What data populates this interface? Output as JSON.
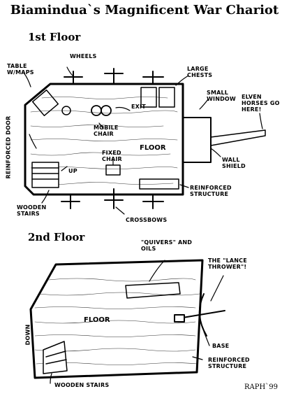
{
  "title": "Biamindua`s Magnificent War Chariot",
  "floors": [
    {
      "heading": "1st Floor"
    },
    {
      "heading": "2nd Floor"
    }
  ],
  "first_floor": {
    "labels": {
      "table": "TABLE W/MAPS",
      "wheels": "WHEELS",
      "large_chests": "LARGE CHESTS",
      "small_window": "SMALL WINDOW",
      "elven_horses": "ELVEN HORSES GO HERE!",
      "exit": "EXIT",
      "mobile_chair": "MOBILE CHAIR",
      "floor": "FLOOR",
      "fixed_chair": "FIXED CHAIR",
      "up": "UP",
      "wall_shield": "WALL SHIELD",
      "reinforced_door": "REINFORCED DOOR",
      "reinforced_structure": "REINFORCED STRUCTURE",
      "wooden_stairs": "WOODEN STAIRS",
      "crossbows": "CROSSBOWS"
    }
  },
  "second_floor": {
    "labels": {
      "quivers": "\"QUIVERS\" AND OILS",
      "lance_thrower": "THE \"LANCE THROWER\"!",
      "floor": "FLOOR",
      "down": "DOWN",
      "base": "BASE",
      "reinforced_structure": "REINFORCED STRUCTURE",
      "wooden_stairs": "WOODEN STAIRS"
    }
  },
  "signature": "RAPH`99"
}
